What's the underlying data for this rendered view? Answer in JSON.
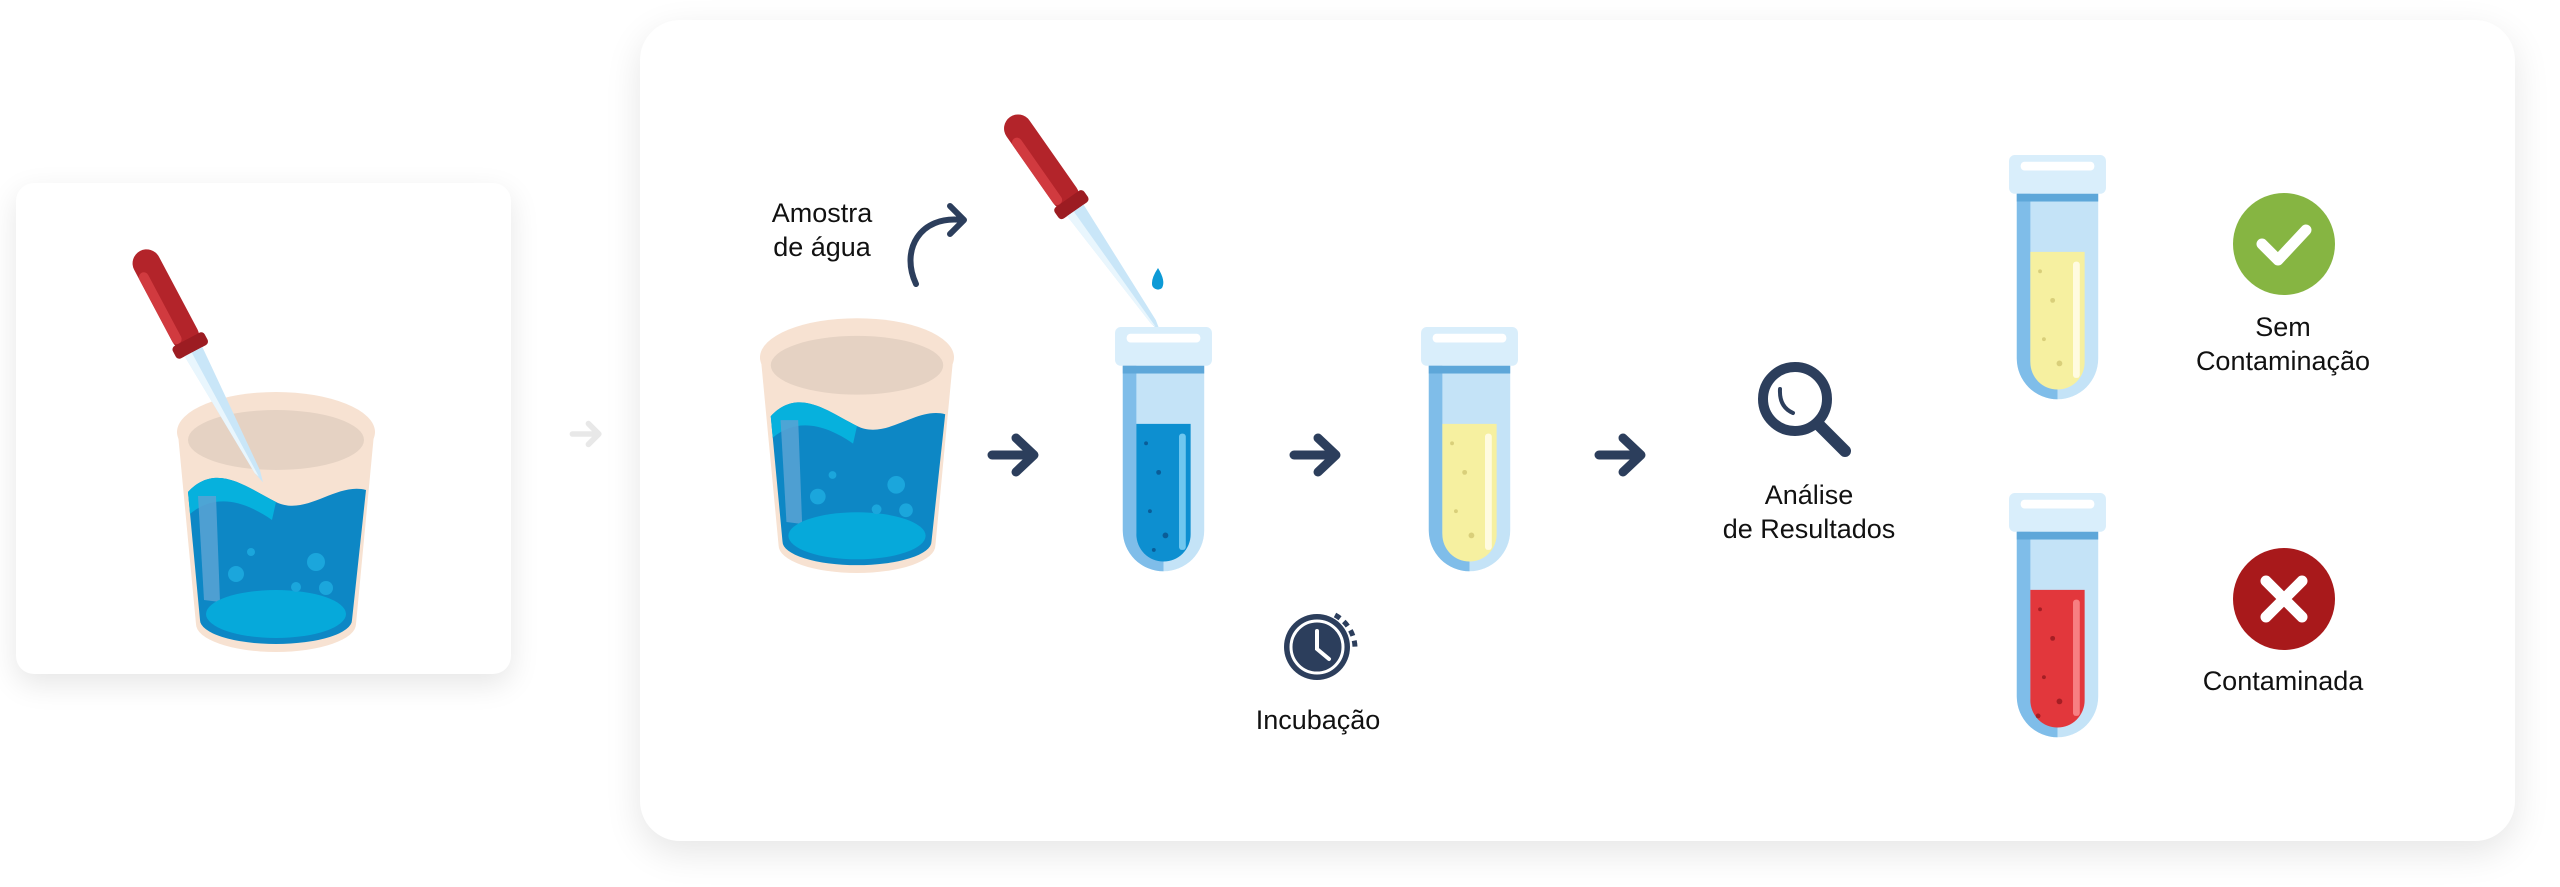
{
  "steps": {
    "sample_label_line1": "Amostra",
    "sample_label_line2": "de água",
    "incubation_label": "Incubação",
    "analysis_label_line1": "Análise",
    "analysis_label_line2": "de Resultados"
  },
  "results": {
    "negative_line1": "Sem",
    "negative_line2": "Contaminação",
    "positive": "Contaminada"
  },
  "colors": {
    "arrow": "#2c3e5c",
    "ok": "#86b542",
    "bad": "#a8191b",
    "water": "#0a88c6",
    "yellow_medium": "#f6f0a0",
    "red_medium": "#e2373c",
    "dropper": "#b3242a"
  }
}
